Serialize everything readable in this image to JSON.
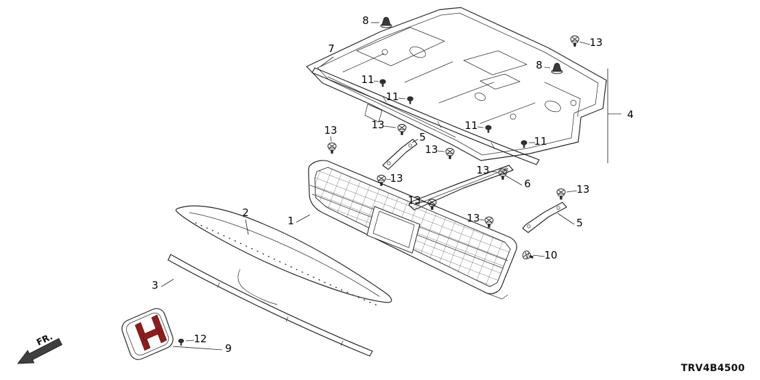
{
  "diagram": {
    "code": "TRV4B4500",
    "direction_label": "FR.",
    "callouts": [
      {
        "part": "8",
        "text": "8"
      },
      {
        "part": "13",
        "text": "13"
      },
      {
        "part": "7",
        "text": "7"
      },
      {
        "part": "8",
        "text": "8"
      },
      {
        "part": "11",
        "text": "11"
      },
      {
        "part": "11",
        "text": "11"
      },
      {
        "part": "4",
        "text": "4"
      },
      {
        "part": "13",
        "text": "13"
      },
      {
        "part": "13",
        "text": "13"
      },
      {
        "part": "11",
        "text": "11"
      },
      {
        "part": "5",
        "text": "5"
      },
      {
        "part": "11",
        "text": "11"
      },
      {
        "part": "13",
        "text": "13"
      },
      {
        "part": "13",
        "text": "13"
      },
      {
        "part": "13",
        "text": "13"
      },
      {
        "part": "6",
        "text": "6"
      },
      {
        "part": "13",
        "text": "13"
      },
      {
        "part": "2",
        "text": "2"
      },
      {
        "part": "13",
        "text": "13"
      },
      {
        "part": "1",
        "text": "1"
      },
      {
        "part": "5",
        "text": "5"
      },
      {
        "part": "13",
        "text": "13"
      },
      {
        "part": "10",
        "text": "10"
      },
      {
        "part": "3",
        "text": "3"
      },
      {
        "part": "12",
        "text": "12"
      },
      {
        "part": "9",
        "text": "9"
      }
    ]
  }
}
